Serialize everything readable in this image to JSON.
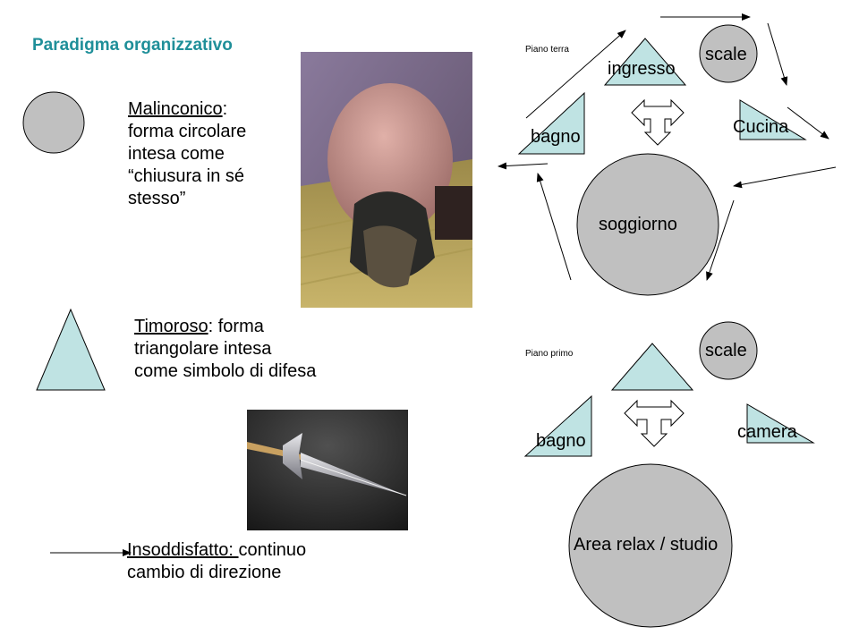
{
  "title": "Paradigma organizzativo",
  "legend": {
    "melancholic": {
      "term": "Malinconico",
      "rest_line1": ":",
      "lines": [
        "forma circolare",
        "intesa come",
        "“chiusura in sé",
        "stesso”"
      ]
    },
    "fearful": {
      "term": "Timoroso",
      "rest_line1": ": forma",
      "lines": [
        "triangolare intesa",
        "come simbolo di difesa"
      ]
    },
    "dissatisfied": {
      "term": "Insoddisfatto: ",
      "rest_line1": "continuo",
      "lines": [
        "cambio di direzione"
      ]
    }
  },
  "ground_floor": {
    "heading": "Piano terra",
    "rooms": {
      "stairs": "scale",
      "entrance": "ingresso",
      "bathroom": "bagno",
      "kitchen": "Cucina",
      "living": "soggiorno"
    }
  },
  "first_floor": {
    "heading": "Piano primo",
    "rooms": {
      "stairs": "scale",
      "bathroom": "bagno",
      "bedroom": "camera",
      "relax": "Area relax / studio"
    }
  },
  "colors": {
    "circle_fill": "#c0c0c0",
    "triangle_fill": "#bfe3e3",
    "title": "#1f8f99"
  },
  "images": {
    "photo1": "person-bent-over-image",
    "photo2": "spearhead-image"
  }
}
